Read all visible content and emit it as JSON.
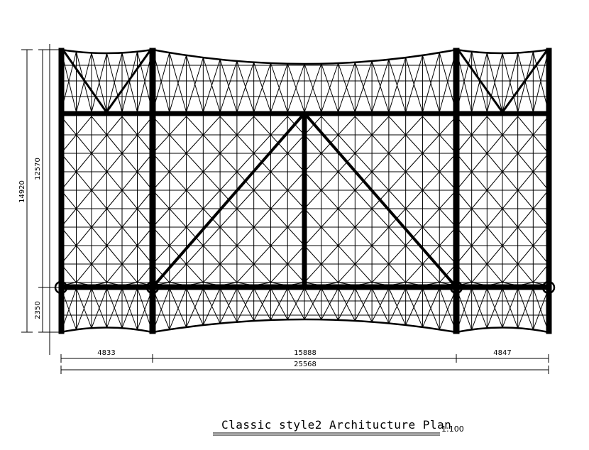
{
  "drawing": {
    "title": "Classic style2 Architucture Plan",
    "scale": "1:100",
    "line_color": "#000000",
    "background": "#ffffff"
  },
  "dimensions": {
    "horizontal_segments": [
      "4833",
      "15888",
      "4847"
    ],
    "horizontal_total": "25568",
    "vertical_total": "14920",
    "vertical_upper": "12570",
    "vertical_lower": "2350"
  }
}
